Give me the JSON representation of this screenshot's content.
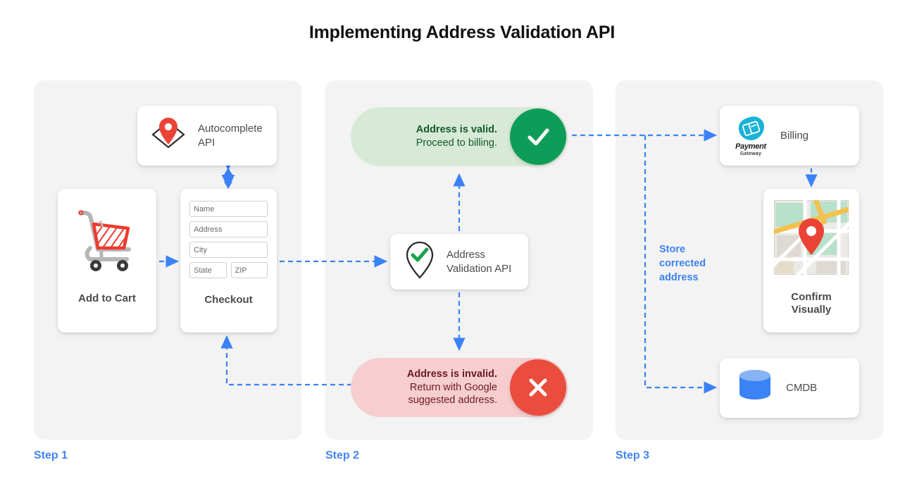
{
  "title": "Implementing Address Validation API",
  "theme": {
    "panel_bg": "#f3f3f3",
    "accent_blue": "#4285f4",
    "valid_pill_bg": "#d7ead7",
    "valid_badge": "#0e9d58",
    "invalid_pill_bg": "#f7ced0",
    "invalid_badge": "#ea4d3d",
    "card_bg": "#ffffff",
    "text_gray": "#4a4a4a"
  },
  "steps": [
    {
      "label": "Step 1"
    },
    {
      "label": "Step 2"
    },
    {
      "label": "Step 3"
    }
  ],
  "step1": {
    "autocomplete": {
      "label": "Autocomplete API",
      "line1": "Autocomplete",
      "line2": "API",
      "icon": "map-pin-diamond-icon"
    },
    "cart": {
      "title": "Add to Cart",
      "icon": "shopping-cart-icon"
    },
    "checkout": {
      "title": "Checkout",
      "fields": [
        {
          "name": "name-field",
          "placeholder": "Name"
        },
        {
          "name": "address-field",
          "placeholder": "Address"
        },
        {
          "name": "city-field",
          "placeholder": "City"
        },
        {
          "name": "state-field",
          "placeholder": "State"
        },
        {
          "name": "zip-field",
          "placeholder": "ZIP"
        }
      ]
    }
  },
  "step2": {
    "valid": {
      "line1": "Address is valid.",
      "line2": "Proceed to billing.",
      "badge_icon": "check-icon"
    },
    "invalid": {
      "line1": "Address is invalid.",
      "line2": "Return with Google",
      "line3": "suggested address.",
      "badge_icon": "close-icon"
    },
    "validation_api": {
      "line1": "Address",
      "line2": "Validation API",
      "icon": "map-pin-check-icon"
    }
  },
  "step3": {
    "billing": {
      "label": "Billing",
      "logo_word": "Payment",
      "logo_sub": "Gateway",
      "icon": "payment-gateway-icon"
    },
    "confirm": {
      "line1": "Confirm",
      "line2": "Visually",
      "icon": "map-thumbnail-icon"
    },
    "cmdb": {
      "label": "CMDB",
      "icon": "database-icon"
    },
    "annotation": {
      "line1": "Store",
      "line2": "corrected",
      "line3": "address"
    }
  }
}
